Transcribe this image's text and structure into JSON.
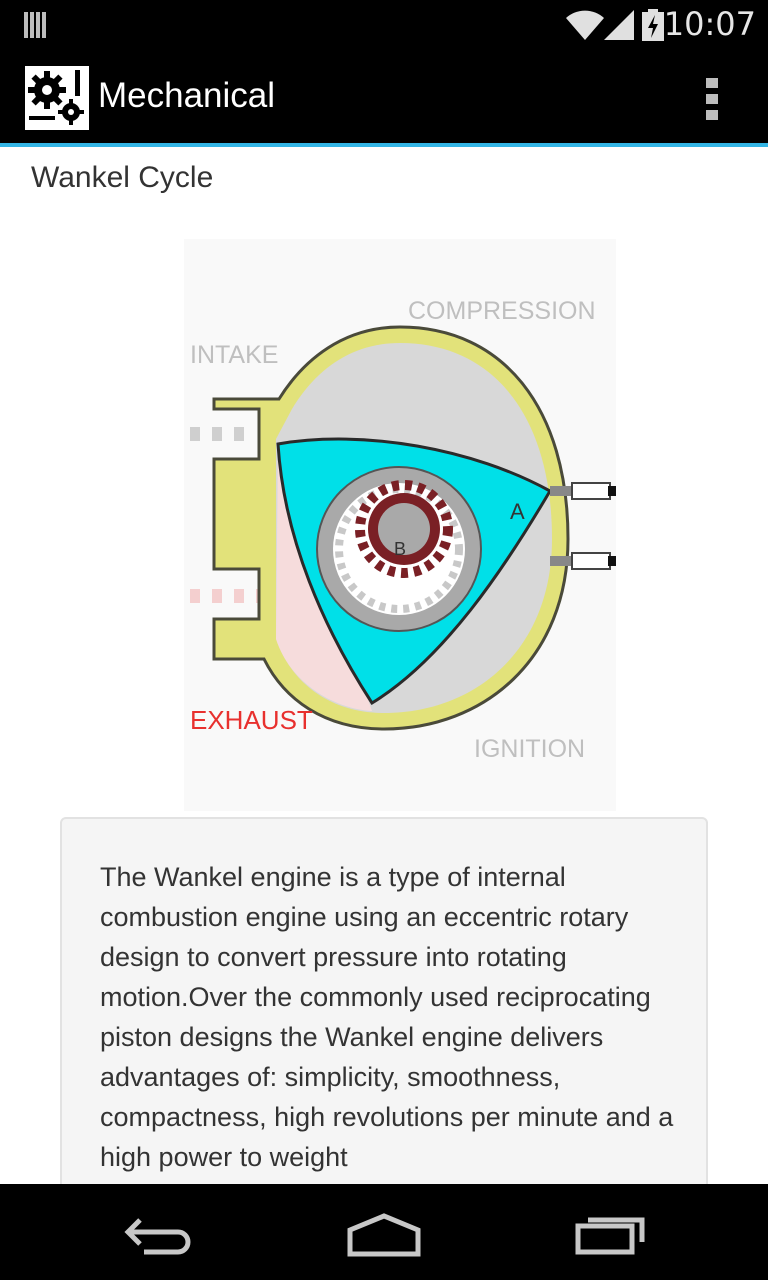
{
  "status_bar": {
    "time": "10:07",
    "icons": [
      "notification-icon",
      "wifi-icon",
      "signal-icon",
      "battery-icon"
    ]
  },
  "action_bar": {
    "title": "Mechanical",
    "icon": "gears-wrench-icon",
    "overflow_icon": "overflow-menu-icon"
  },
  "page": {
    "title": "Wankel Cycle"
  },
  "diagram": {
    "labels": {
      "compression": "COMPRESSION",
      "intake": "INTAKE",
      "exhaust": "EXHAUST",
      "ignition": "IGNITION",
      "a": "A",
      "b": "B"
    },
    "colors": {
      "housing": "#e2e27a",
      "housing_outline": "#4a4a3a",
      "rotor": "#00e0e8",
      "exhaust_text": "#e8302e",
      "gear": "#7a2025",
      "shaft": "#a9a9a9"
    }
  },
  "description": {
    "text": "The Wankel engine is a type of internal combustion engine using an eccentric rotary design to convert pressure into rotating motion.Over the commonly used reciprocating piston designs the Wankel engine delivers advantages of: simplicity, smoothness, compactness, high revolutions per minute and a high power to weight"
  },
  "nav_bar": {
    "icons": [
      "back-icon",
      "home-icon",
      "recents-icon"
    ]
  }
}
